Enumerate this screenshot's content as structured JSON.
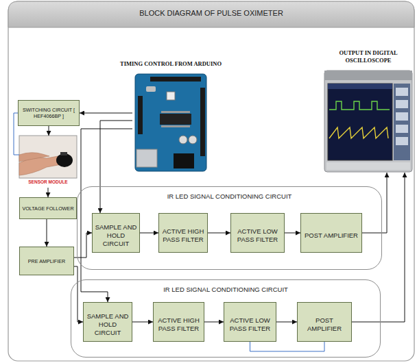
{
  "diagram": {
    "title": "BLOCK DIAGRAM OF PULSE OXIMETER",
    "nodes": [
      {
        "text": [
          "TIMING CONTROL FROM ARDUINO"
        ]
      },
      {
        "text": [
          "OUTPUT IN DIGITAL OSCILLOSCOPE"
        ]
      },
      {
        "text": [
          "SWITCHING CIRCUIT [ HEF4066BP ]"
        ]
      },
      {
        "text": [
          "SENSOR MODULE"
        ]
      },
      {
        "text": [
          "VOLTAGE FOLLOWER"
        ]
      },
      {
        "text": [
          "PRE AMPLIFIER"
        ]
      },
      {
        "text": [
          "IR LED SIGNAL CONDITIONING CIRCUIT"
        ]
      },
      {
        "text": [
          "SAMPLE AND HOLD CIRCUIT"
        ],
        "in": 6
      },
      {
        "text": [
          "ACTIVE HIGH PASS FILTER"
        ],
        "in": 6
      },
      {
        "text": [
          "ACTIVE LOW PASS FILTER"
        ],
        "in": 6
      },
      {
        "text": [
          "POST AMPLIFIER"
        ],
        "in": 6
      },
      {
        "text": [
          "IR LED SIGNAL CONDITIONING CIRCUIT"
        ]
      },
      {
        "text": [
          "SAMPLE AND HOLD CIRCUIT"
        ],
        "in": 11
      },
      {
        "text": [
          "ACTIVE HIGH PASS FILTER"
        ],
        "in": 11
      },
      {
        "text": [
          "ACTIVE LOW PASS FILTER"
        ],
        "in": 11
      },
      {
        "text": [
          "POST AMPLIFIER"
        ],
        "in": 11
      }
    ],
    "edges": [
      {
        "from": 0,
        "to": 2,
        "arrow": "to"
      },
      {
        "from": 0,
        "to": 7,
        "arrow": "to"
      },
      {
        "from": 0,
        "to": 12,
        "arrow": "to"
      },
      {
        "from": 2,
        "to": 3,
        "arrow": "to"
      },
      {
        "from": 3,
        "to": 2,
        "arrow": "none"
      },
      {
        "from": 3,
        "to": 4,
        "arrow": "to"
      },
      {
        "from": 4,
        "to": 5,
        "arrow": "to"
      },
      {
        "from": 5,
        "to": 7,
        "arrow": "to"
      },
      {
        "from": 5,
        "to": 12,
        "arrow": "to"
      },
      {
        "from": 7,
        "to": 8,
        "arrow": "to"
      },
      {
        "from": 8,
        "to": 9,
        "arrow": "to"
      },
      {
        "from": 9,
        "to": 10,
        "arrow": "to"
      },
      {
        "from": 10,
        "to": 1,
        "arrow": "to"
      },
      {
        "from": 12,
        "to": 13,
        "arrow": "to"
      },
      {
        "from": 13,
        "to": 14,
        "arrow": "to"
      },
      {
        "from": 14,
        "to": 15,
        "arrow": "to"
      },
      {
        "from": 15,
        "to": 1,
        "arrow": "to"
      },
      {
        "from": 14,
        "to": 15,
        "arrow": "none"
      }
    ]
  }
}
